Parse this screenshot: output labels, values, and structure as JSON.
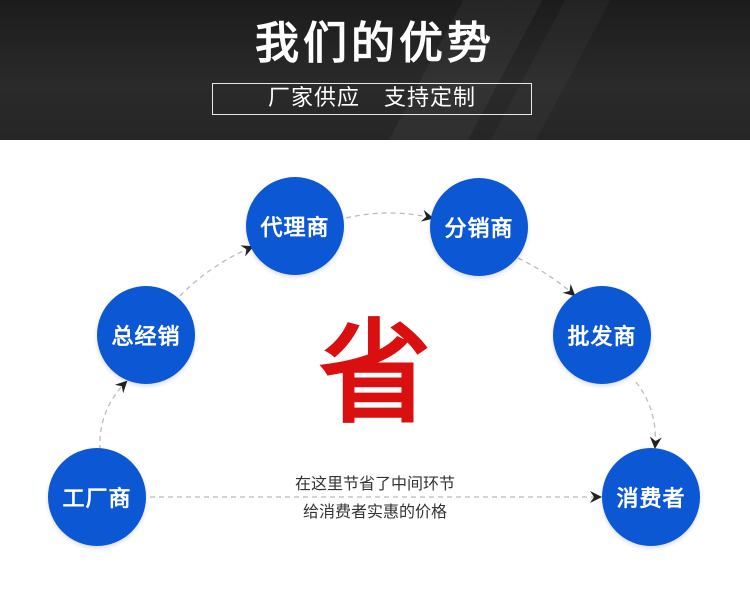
{
  "header": {
    "title": "我们的优势",
    "subtitle": "厂家供应   支持定制"
  },
  "nodes": {
    "factory": "工厂商",
    "general_dealer": "总经销",
    "agent": "代理商",
    "distributor": "分销商",
    "wholesaler": "批发商",
    "consumer": "消费者"
  },
  "center": {
    "big_char": "省",
    "caption_line1": "在这里节省了中间环节",
    "caption_line2": "给消费者实惠的价格"
  },
  "colors": {
    "node_blue": "#0c57d3",
    "accent_red": "#d9100f",
    "header_dark": "#222222"
  }
}
